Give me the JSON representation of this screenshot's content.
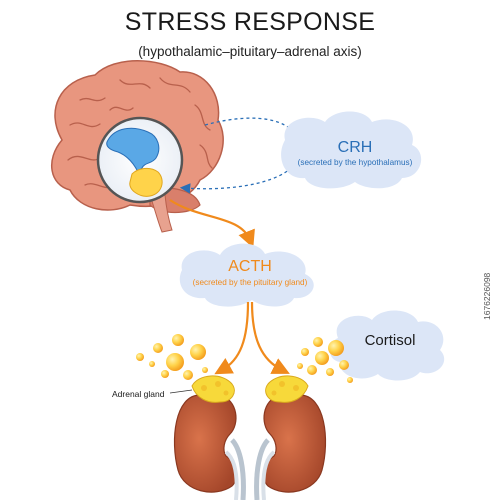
{
  "title": "STRESS RESPONSE",
  "subtitle": "(hypothalamic–pituitary–adrenal axis)",
  "crh": {
    "label": "CRH",
    "caption": "(secreted by the hypothalamus)"
  },
  "acth": {
    "label": "ACTH",
    "caption": "(secreted by the pituitary gland)"
  },
  "cortisol": {
    "label": "Cortisol"
  },
  "adrenal_gland_label": "Adrenal gland",
  "stock_id": "1676226098",
  "colors": {
    "crh_text": "#2a6fb7",
    "acth_text": "#f08a1c",
    "cloud_fill": "#dce6f7",
    "brain_fill": "#e8967f",
    "kidney_fill": "#c65a36",
    "adrenal_fill": "#f7d93a",
    "arrow_orange": "#f08a1c"
  }
}
